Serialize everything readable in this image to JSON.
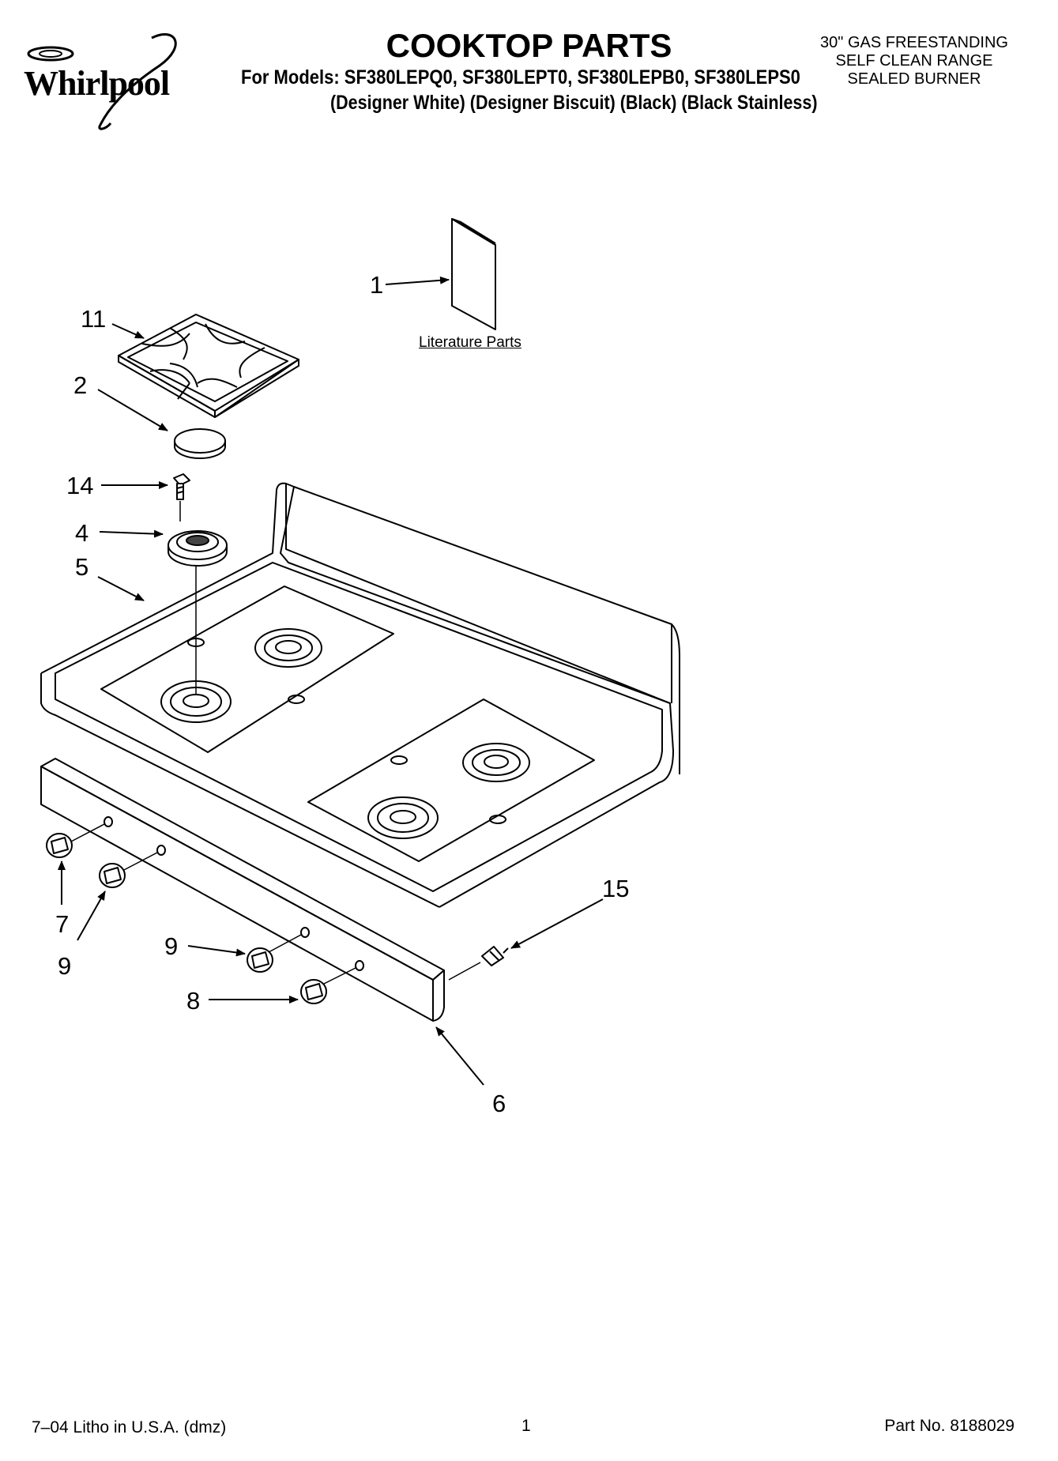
{
  "header": {
    "brand": "Whirlpool",
    "title": "COOKTOP PARTS",
    "models_line": "For Models: SF380LEPQ0, SF380LEPT0, SF380LEPB0, SF380LEPS0",
    "colors_line": "(Designer White) (Designer Biscuit) (Black) (Black Stainless)",
    "product_lines": [
      "30\" GAS FREESTANDING",
      "SELF CLEAN RANGE",
      "SEALED BURNER"
    ]
  },
  "diagram": {
    "callouts": [
      "1",
      "11",
      "2",
      "14",
      "4",
      "5",
      "7",
      "9",
      "9",
      "8",
      "6",
      "15"
    ],
    "literature_label": "Literature Parts"
  },
  "footer": {
    "left": "7–04 Litho in U.S.A. (dmz)",
    "page": "1",
    "right": "Part No. 8188029"
  }
}
